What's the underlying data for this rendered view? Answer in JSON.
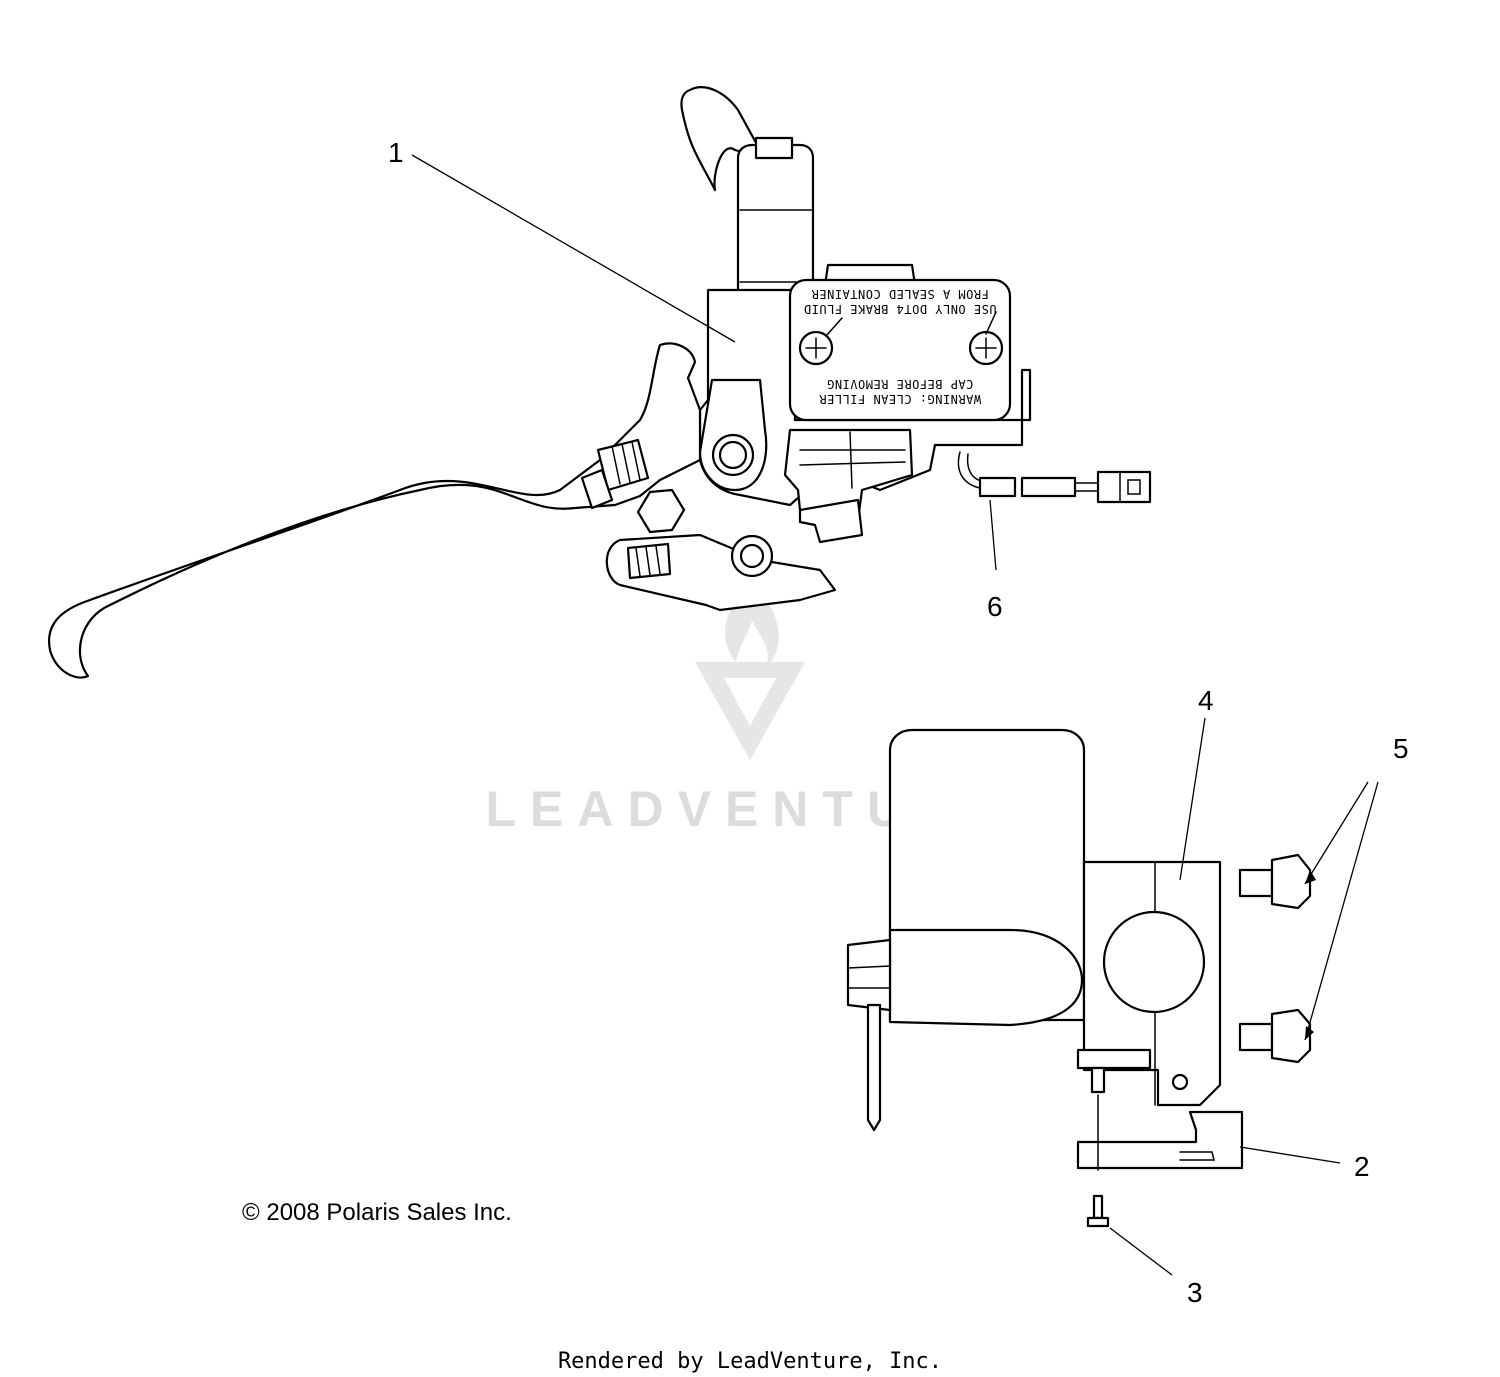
{
  "callouts": {
    "c1": "1",
    "c2": "2",
    "c3": "3",
    "c4": "4",
    "c5": "5",
    "c6": "6"
  },
  "cap_label": {
    "line1": "USE ONLY DOT4 BRAKE FLUID",
    "line2": "FROM A SEALED CONTAINER",
    "line3": "WARNING: CLEAN FILLER",
    "line4": "CAP BEFORE REMOVING"
  },
  "watermark": {
    "text": "LEADVENTURE"
  },
  "copyright": "© 2008 Polaris Sales Inc.",
  "footer": "Rendered by LeadVenture, Inc."
}
